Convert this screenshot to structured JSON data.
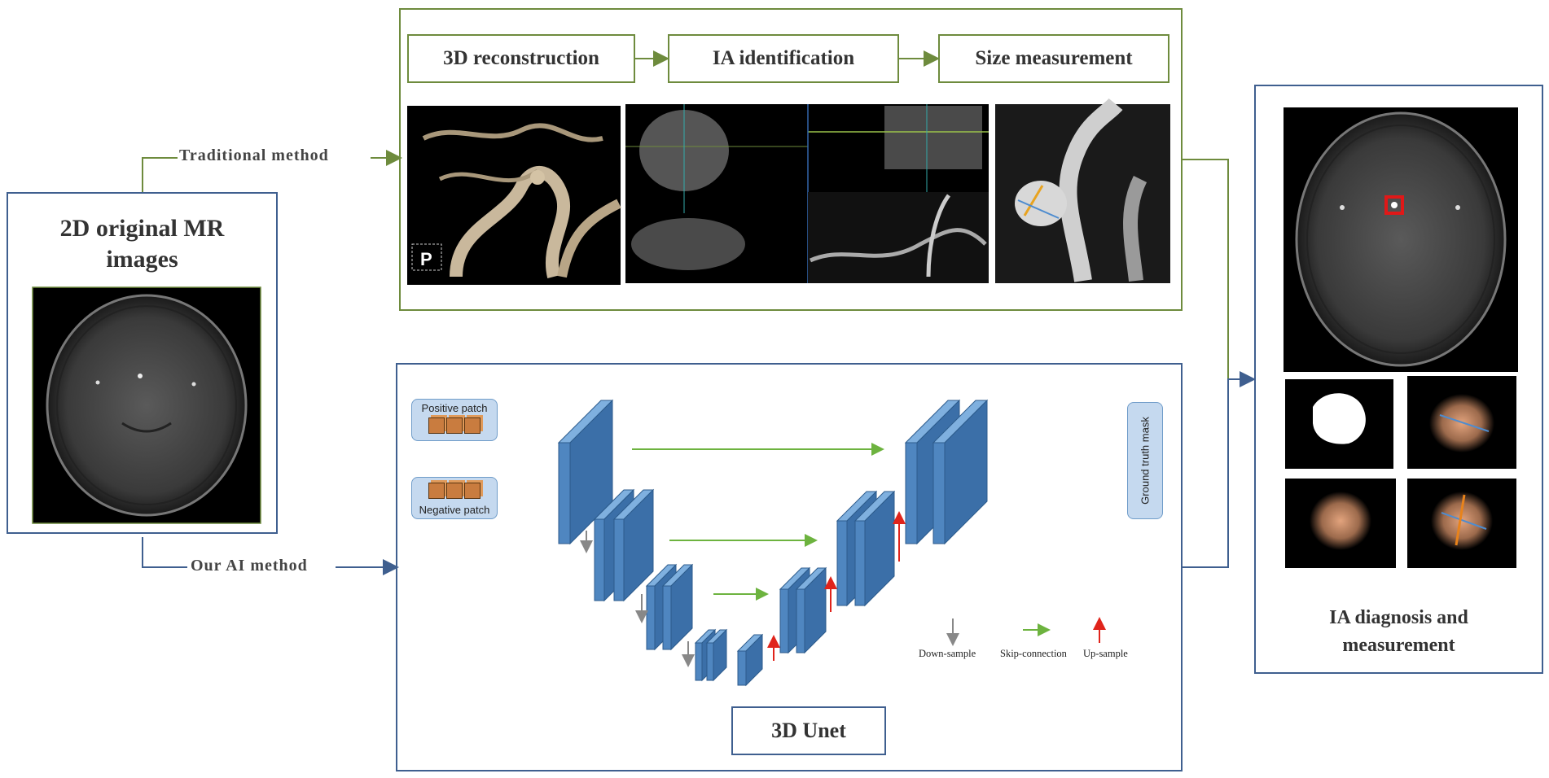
{
  "left_panel": {
    "title_line1": "2D original MR",
    "title_line2": "images"
  },
  "paths": {
    "traditional_label": "Traditional method",
    "ai_label": "Our AI method"
  },
  "traditional": {
    "steps": [
      "3D reconstruction",
      "IA identification",
      "Size measurement"
    ],
    "scan_overlay_letter": "P"
  },
  "unet": {
    "title": "3D Unet",
    "positive_patch": "Positive patch",
    "negative_patch": "Negative patch",
    "ground_truth": "Ground truth mask",
    "legend": {
      "down": "Down-sample",
      "skip": "Skip-connection",
      "up": "Up-sample"
    }
  },
  "result": {
    "title_line1": "IA diagnosis and",
    "title_line2": "measurement"
  },
  "colors": {
    "green": "#6e8b3d",
    "blue": "#3f5f8f",
    "block": "#4f86c0",
    "skip": "#6db33f",
    "up": "#e0241b",
    "down": "#888888"
  }
}
